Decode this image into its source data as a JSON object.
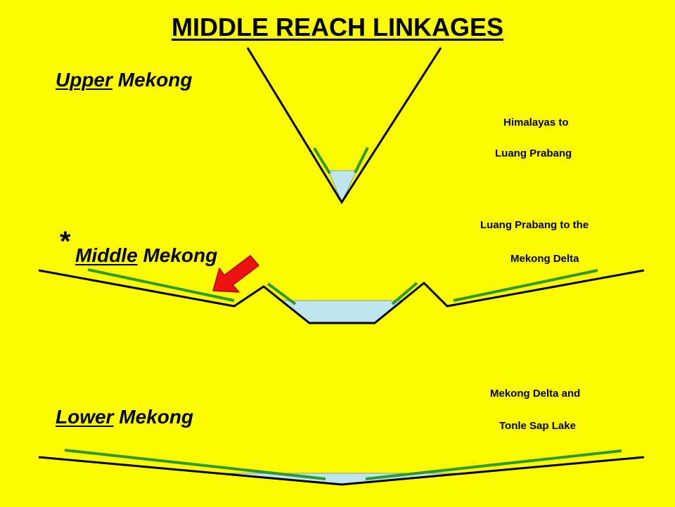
{
  "title": "MIDDLE REACH LINKAGES",
  "upper": {
    "emphasis": "Upper",
    "rest": " Mekong",
    "desc_line1": "Himalayas to",
    "desc_line2": "Luang Prabang"
  },
  "middle": {
    "marker": "*",
    "emphasis": "Middle",
    "rest": " Mekong",
    "desc_line1": "Luang Prabang to the",
    "desc_line2": "Mekong Delta"
  },
  "lower": {
    "emphasis": "Lower",
    "rest": " Mekong",
    "desc_line1": "Mekong Delta and",
    "desc_line2": "Tonle Sap Lake"
  },
  "colors": {
    "background": "#fdfb00",
    "bank_line": "#000000",
    "floodplain": "#2e9a2e",
    "water": "#bfe6ee",
    "arrow": "#ee1111"
  }
}
